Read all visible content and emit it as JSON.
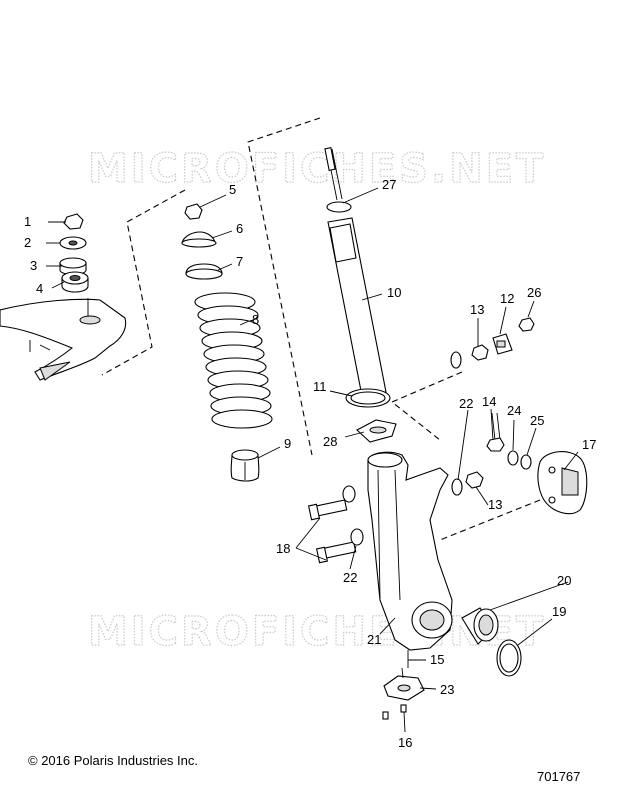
{
  "watermarks": [
    "MICROFICHES.NET",
    "MICROFICHES.NET"
  ],
  "callouts": {
    "1": "1",
    "2": "2",
    "3": "3",
    "4": "4",
    "5": "5",
    "6": "6",
    "7": "7",
    "8": "8",
    "9": "9",
    "10": "10",
    "11": "11",
    "12": "12",
    "13a": "13",
    "13b": "13",
    "14": "14",
    "15": "15",
    "16": "16",
    "17": "17",
    "18": "18",
    "19": "19",
    "20": "20",
    "21": "21",
    "22a": "22",
    "22b": "22",
    "23": "23",
    "24": "24",
    "25": "25",
    "26": "26",
    "27": "27",
    "28": "28"
  },
  "footer": {
    "copyright": "© 2016 Polaris Industries Inc.",
    "diagram_number": "701767"
  }
}
